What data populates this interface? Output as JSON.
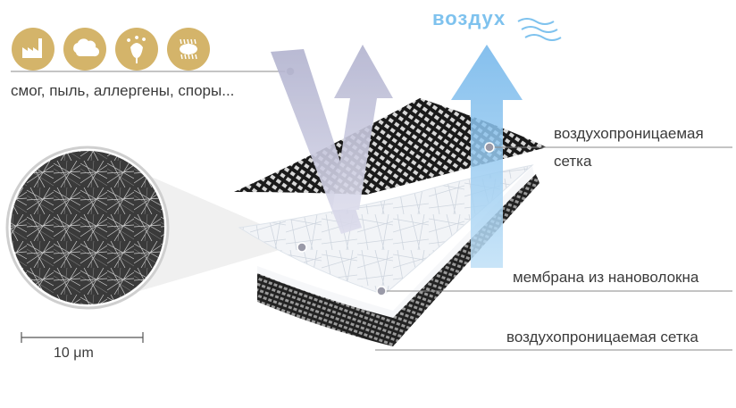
{
  "pollutants": {
    "caption": "смог, пыль, аллергены, споры...",
    "icons": [
      "factory-icon",
      "dust-cloud-icon",
      "pollen-flower-icon",
      "germ-icon"
    ]
  },
  "air_label": "воздух",
  "layers": {
    "outer_line1": "воздухопроницаемая",
    "outer_line2": "сетка",
    "membrane": "мембрана из нановолокна",
    "inner": "воздухопроницаемая сетка"
  },
  "scale_label": "10 μm",
  "colors": {
    "icon_gold": "#d4b46a",
    "air_blue": "#7ec2ee",
    "text": "#3b3b3b",
    "line": "#8a8a8a"
  }
}
